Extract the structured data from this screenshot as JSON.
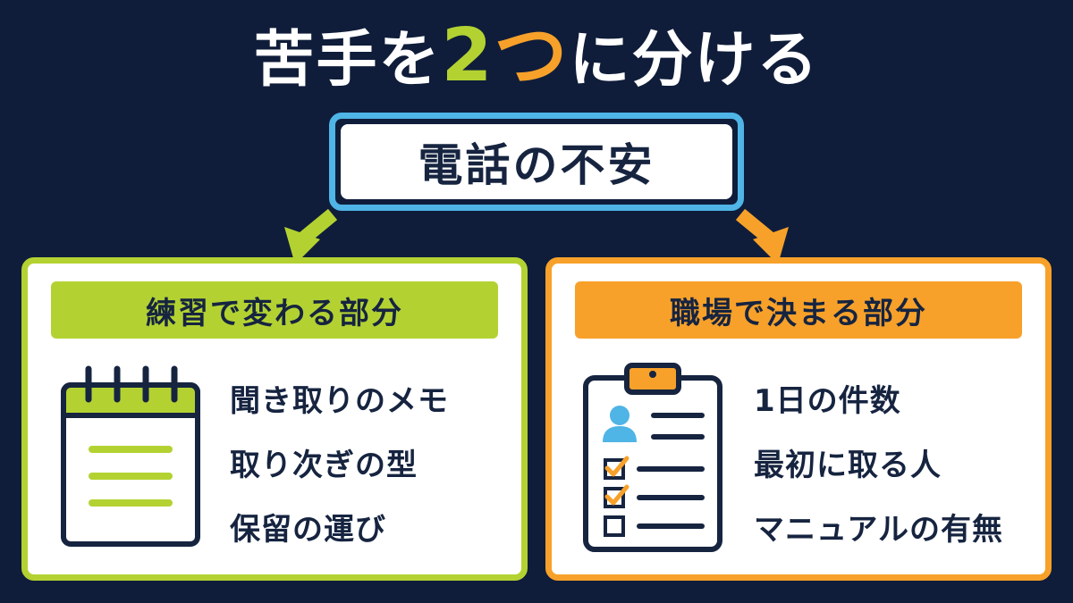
{
  "title": {
    "part1": "苦手を",
    "number": "2",
    "part2": "つ",
    "part3": "に分ける"
  },
  "center": {
    "label": "電話の不安"
  },
  "left_panel": {
    "heading": "練習で変わる部分",
    "icon": "notepad-icon",
    "items": [
      "聞き取りのメモ",
      "取り次ぎの型",
      "保留の運び"
    ]
  },
  "right_panel": {
    "heading": "職場で決まる部分",
    "icon": "clipboard-checklist-icon",
    "items": [
      "1日の件数",
      "最初に取る人",
      "マニュアルの有無"
    ]
  },
  "colors": {
    "background": "#0f1d3a",
    "green": "#b3d232",
    "orange": "#f7a12a",
    "blue": "#4fb4e6",
    "navy": "#162440"
  }
}
